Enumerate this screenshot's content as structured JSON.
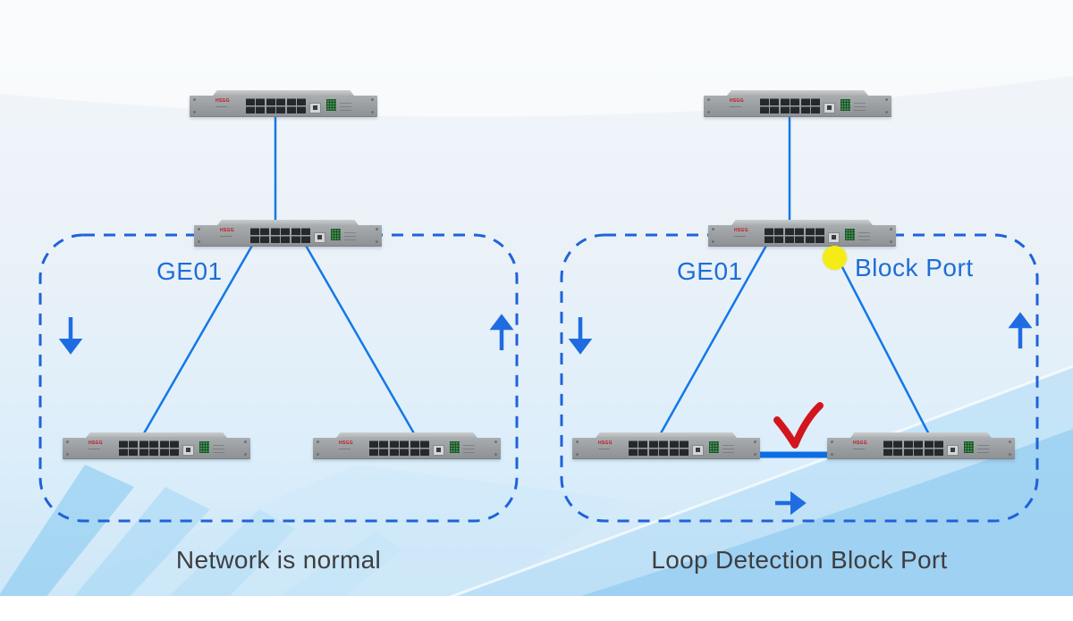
{
  "panels": {
    "normal": {
      "caption": "Network is normal",
      "uplink_port_label": "GE01"
    },
    "loop": {
      "caption": "Loop Detection Block Port",
      "uplink_port_label": "GE01",
      "block_port_label": "Block Port"
    }
  },
  "switch_brand": "HSGG",
  "icons": [
    "down-arrow-icon",
    "up-arrow-icon",
    "right-arrow-icon",
    "red-check-icon",
    "block-port-dot-icon"
  ],
  "colors": {
    "label_blue": "#1d6ed8",
    "link_blue": "#1477e8",
    "dashed_zone_blue": "#1f62da",
    "arrow_blue": "#1f6ce2",
    "check_red": "#d3151d",
    "block_dot_yellow": "#f5ec17",
    "caption_gray": "#3e3e40",
    "switch_gray": "#999da0",
    "led_green": "#3f8d4f"
  }
}
